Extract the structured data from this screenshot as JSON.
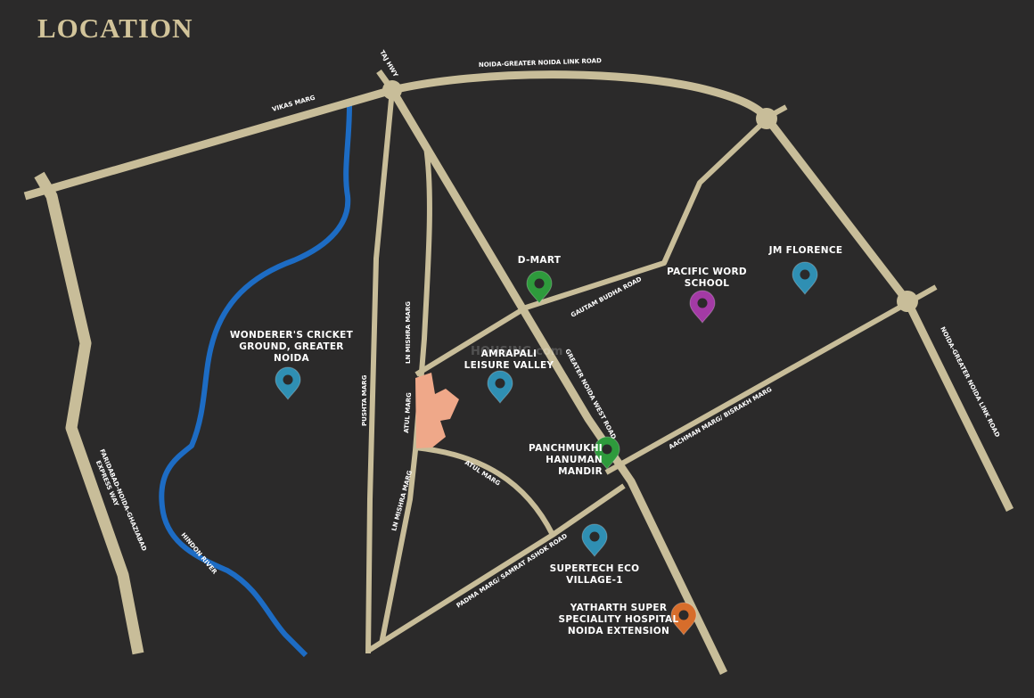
{
  "title": "LOCATION",
  "colors": {
    "background": "#2b2a2a",
    "road": "#c8bd99",
    "title": "#d2c49a",
    "river": "#1d6cc4",
    "label": "#ffffff",
    "project_site": "#efa889",
    "pin_blue": "#2f8fb3",
    "pin_green": "#2e9a3c",
    "pin_purple": "#a33aa5",
    "pin_orange": "#d76d2b"
  },
  "roads": {
    "taj_hwy": "TAJ HWY",
    "noida_greater_noida_link_road_top": "NOIDA-GREATER NOIDA LINK ROAD",
    "vikas_marg": "VIKAS MARG",
    "noida_greater_noida_link_road_right": "NOIDA-GREATER NOIDA LINK ROAD",
    "gautam_budha_road": "GAUTAM BUDHA ROAD",
    "greater_noida_west_road": "GREATER NOIDA WEST ROAD",
    "aachman_marg": "AACHMAN MARG/ BISRAKH MARG",
    "ln_mishra_marg_upper": "LN MISHRA MARG",
    "ln_mishra_marg_lower": "LN MISHRA MARG",
    "atul_marg_vertical": "ATUL MARG",
    "atul_marg_curve": "ATUL MARG",
    "pushta_marg": "PUSHTA MARG",
    "padma_marg": "PADMA MARG/ SAMRAT ASHOK ROAD",
    "faridabad_expressway": "FARIDABAD-NOIDA-GHAZIABAD EXPRESS WAY",
    "hindon_river": "HINDON RIVER"
  },
  "pois": {
    "d_mart": {
      "label": "D-MART",
      "pin_icon": "map-pin-icon",
      "color": "#2e9a3c"
    },
    "pacific_word_school": {
      "label": "PACIFIC WORD\nSCHOOL",
      "pin_icon": "map-pin-icon",
      "color": "#a33aa5"
    },
    "jm_florence": {
      "label": "JM FLORENCE",
      "pin_icon": "map-pin-icon",
      "color": "#2f8fb3"
    },
    "wonderers_cricket_ground": {
      "label": "WONDERER'S CRICKET\nGROUND, GREATER\nNOIDA",
      "pin_icon": "map-pin-icon",
      "color": "#2f8fb3"
    },
    "amrapali_leisure_valley": {
      "label": "AMRAPALI\nLEISURE VALLEY",
      "pin_icon": "map-pin-icon",
      "color": "#2f8fb3"
    },
    "panchmukhi_hanuman_mandir": {
      "label": "PANCHMUKHI\nHANUMAN MANDIR",
      "pin_icon": "map-pin-icon",
      "color": "#2e9a3c"
    },
    "supertech_eco_village": {
      "label": "SUPERTECH ECO\nVILLAGE-1",
      "pin_icon": "map-pin-icon",
      "color": "#2f8fb3"
    },
    "yatharth_hospital": {
      "label": "YATHARTH SUPER\nSPECIALITY HOSPITAL\nNOIDA EXTENSION",
      "pin_icon": "map-pin-icon",
      "color": "#d76d2b"
    }
  },
  "watermark": "HOUSING.com"
}
